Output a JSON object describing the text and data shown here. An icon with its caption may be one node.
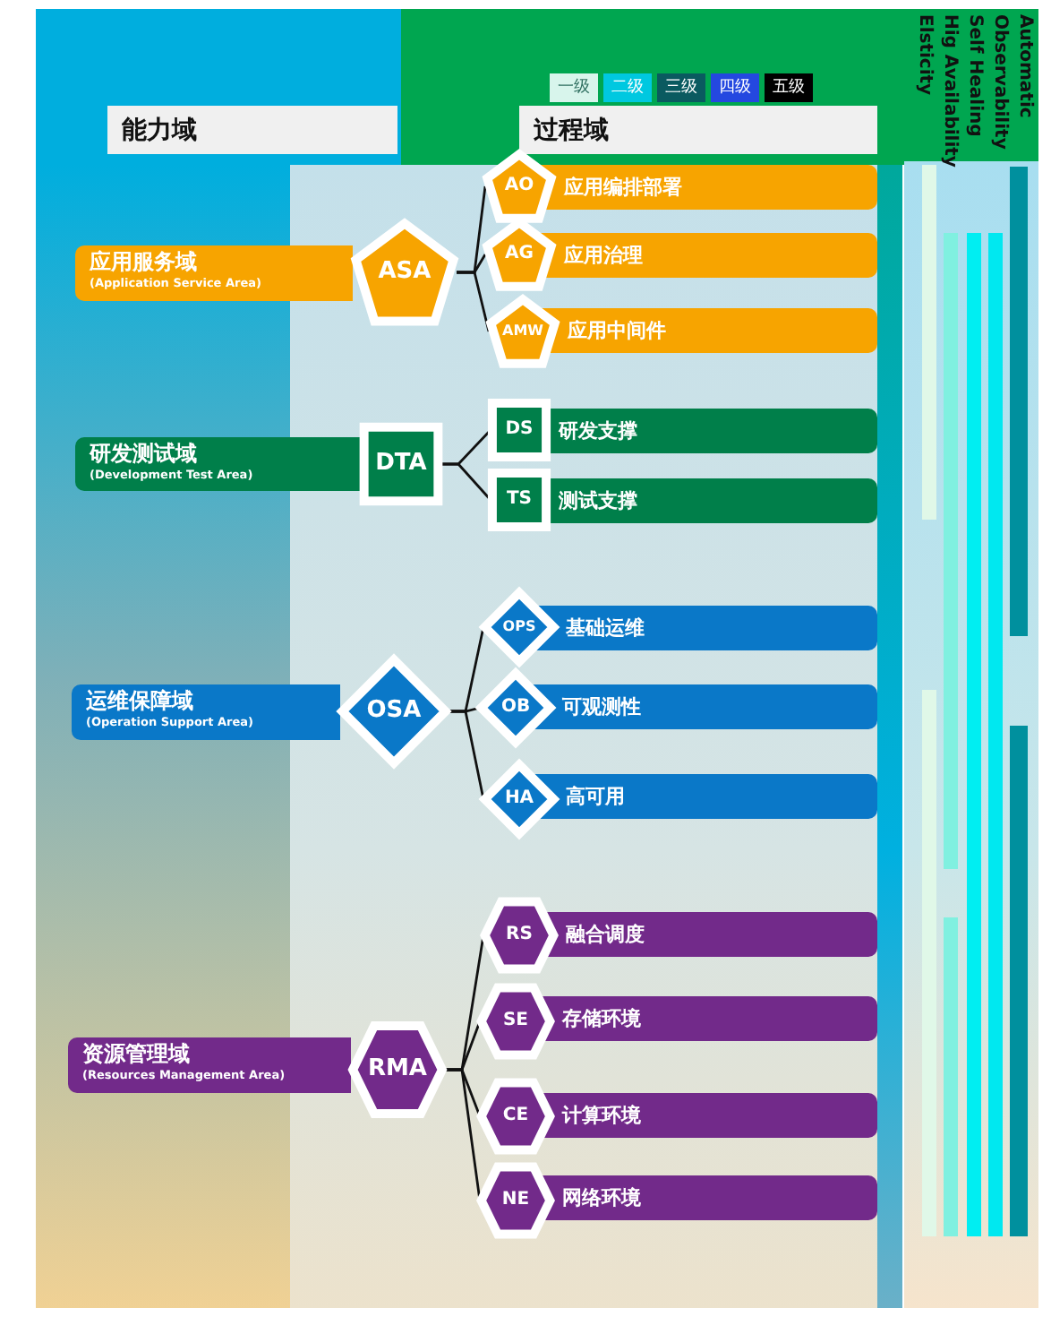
{
  "diagram": {
    "nodes": [
      {
        "text": [
          "能力域"
        ]
      },
      {
        "text": [
          "过程域"
        ]
      },
      {
        "text": [
          "应用服务域",
          "(Application Service Area)"
        ]
      },
      {
        "text": [
          "ASA"
        ]
      },
      {
        "text": [
          "AO",
          "应用编排部署"
        ]
      },
      {
        "text": [
          "AG",
          "应用治理"
        ]
      },
      {
        "text": [
          "AMW",
          "应用中间件"
        ]
      },
      {
        "text": [
          "研发测试域",
          "(Development Test Area)"
        ]
      },
      {
        "text": [
          "DTA"
        ]
      },
      {
        "text": [
          "DS",
          "研发支撑"
        ]
      },
      {
        "text": [
          "TS",
          "测试支撑"
        ]
      },
      {
        "text": [
          "运维保障域",
          "(Operation Support Area)"
        ]
      },
      {
        "text": [
          "OSA"
        ]
      },
      {
        "text": [
          "OPS",
          "基础运维"
        ]
      },
      {
        "text": [
          "OB",
          "可观测性"
        ]
      },
      {
        "text": [
          "HA",
          "高可用"
        ]
      },
      {
        "text": [
          "资源管理域",
          "(Resources Management Area)"
        ]
      },
      {
        "text": [
          "RMA"
        ]
      },
      {
        "text": [
          "RS",
          "融合调度"
        ]
      },
      {
        "text": [
          "SE",
          "存储环境"
        ]
      },
      {
        "text": [
          "CE",
          "计算环境"
        ]
      },
      {
        "text": [
          "NE",
          "网络环境"
        ]
      }
    ],
    "edges": [
      {
        "from": 3,
        "to": 4,
        "arrow": "none"
      },
      {
        "from": 3,
        "to": 5,
        "arrow": "none"
      },
      {
        "from": 3,
        "to": 6,
        "arrow": "none"
      },
      {
        "from": 8,
        "to": 9,
        "arrow": "none"
      },
      {
        "from": 8,
        "to": 10,
        "arrow": "none"
      },
      {
        "from": 12,
        "to": 13,
        "arrow": "none"
      },
      {
        "from": 12,
        "to": 14,
        "arrow": "none"
      },
      {
        "from": 12,
        "to": 15,
        "arrow": "none"
      },
      {
        "from": 17,
        "to": 18,
        "arrow": "none"
      },
      {
        "from": 17,
        "to": 19,
        "arrow": "none"
      },
      {
        "from": 17,
        "to": 20,
        "arrow": "none"
      },
      {
        "from": 17,
        "to": 21,
        "arrow": "none"
      }
    ],
    "labels": [
      "Automatic",
      "Observability",
      "Self Healing",
      "Hig Availability",
      "Elsticity"
    ],
    "legend": [
      {
        "text": "一级",
        "color": "#d8f5ec"
      },
      {
        "text": "二级",
        "color": "#00c8e0"
      },
      {
        "text": "三级",
        "color": "#0a5a60"
      },
      {
        "text": "四级",
        "color": "#2448e0"
      },
      {
        "text": "五级",
        "color": "#000000"
      }
    ]
  }
}
